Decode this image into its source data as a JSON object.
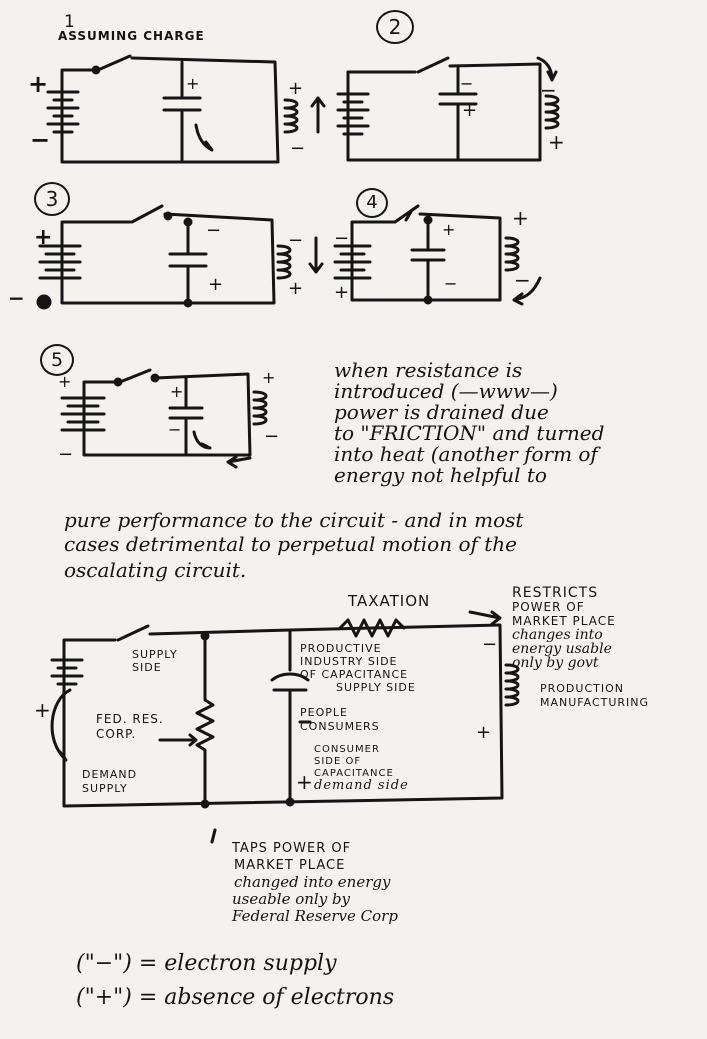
{
  "header": {
    "number_1": "1",
    "note": "ASSUMING CHARGE",
    "number_2": "2"
  },
  "diagrams": {
    "d3": {
      "number": "3"
    },
    "d4": {
      "number": "4"
    },
    "d5": {
      "number": "5"
    }
  },
  "signs": {
    "plus": "+",
    "minus": "−"
  },
  "resistance_note": {
    "lines": [
      "when resistance is",
      "introduced (—www—)",
      "power is drained due",
      "to \"FRICTION\" and turned",
      "into heat (another form of",
      "energy not helpful to",
      "pure performance to the circuit - and in most",
      "cases detrimental to perpetual motion of the",
      "oscalating circuit."
    ]
  },
  "economy_diagram": {
    "taxation_label": "TAXATION",
    "restricts_note": [
      "RESTRICTS",
      "POWER OF",
      "MARKET PLACE",
      "changes into",
      "energy usable",
      "only by govt"
    ],
    "supply_side_label": [
      "SUPPLY",
      "SIDE"
    ],
    "productive_label": [
      "PRODUCTIVE",
      "INDUSTRY SIDE",
      "OF CAPACITANCE",
      "SUPPLY SIDE"
    ],
    "production_label": [
      "PRODUCTION",
      "MANUFACTURING"
    ],
    "fed_label": [
      "FED. RES.",
      "CORP."
    ],
    "people_label": [
      "PEOPLE",
      "CONSUMERS"
    ],
    "consumer_label": [
      "CONSUMER",
      "SIDE OF",
      "CAPACITANCE",
      "demand side"
    ],
    "demand_label": [
      "DEMAND",
      "SUPPLY"
    ],
    "taps_note": [
      "TAPS POWER OF",
      "MARKET PLACE",
      "changed into energy",
      "useable only by",
      "Federal Reserve Corp"
    ]
  },
  "legend": {
    "minus_line": "(\"−\") = electron supply",
    "plus_line": "(\"+\") = absence of electrons"
  }
}
